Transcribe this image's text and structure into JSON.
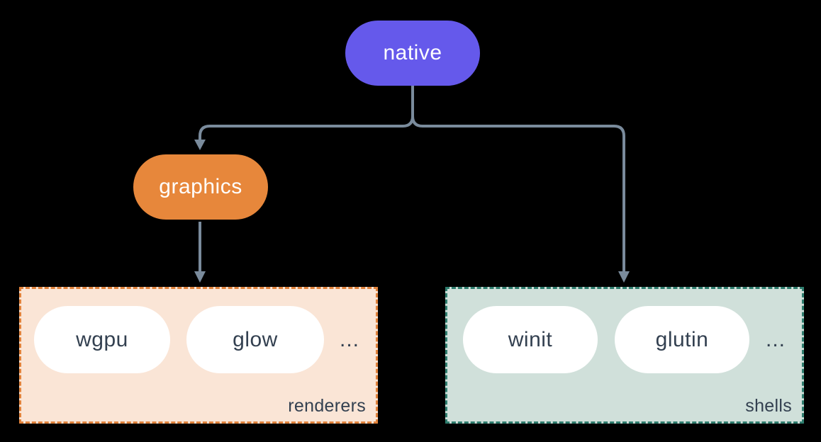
{
  "nodes": {
    "native": {
      "label": "native",
      "fill": "#6559EB",
      "text_color": "#FFFFFF"
    },
    "graphics": {
      "label": "graphics",
      "fill": "#E7873B",
      "text_color": "#FFFFFF"
    }
  },
  "groups": [
    {
      "label": "renderers",
      "fill": "#FAE5D6",
      "border_color": "#E0823B",
      "items": [
        "wgpu",
        "glow"
      ],
      "ellipsis": "..."
    },
    {
      "label": "shells",
      "fill": "#D0E0DA",
      "border_color": "#2E7D6E",
      "items": [
        "winit",
        "glutin"
      ],
      "ellipsis": "..."
    }
  ],
  "edges": [
    {
      "from": "native",
      "to": "graphics"
    },
    {
      "from": "native",
      "to": "shells"
    },
    {
      "from": "graphics",
      "to": "renderers"
    }
  ],
  "colors": {
    "background": "#000000",
    "connector": "#7A8B9C",
    "item_pill_fill": "#FFFFFF",
    "item_text": "#334050"
  }
}
